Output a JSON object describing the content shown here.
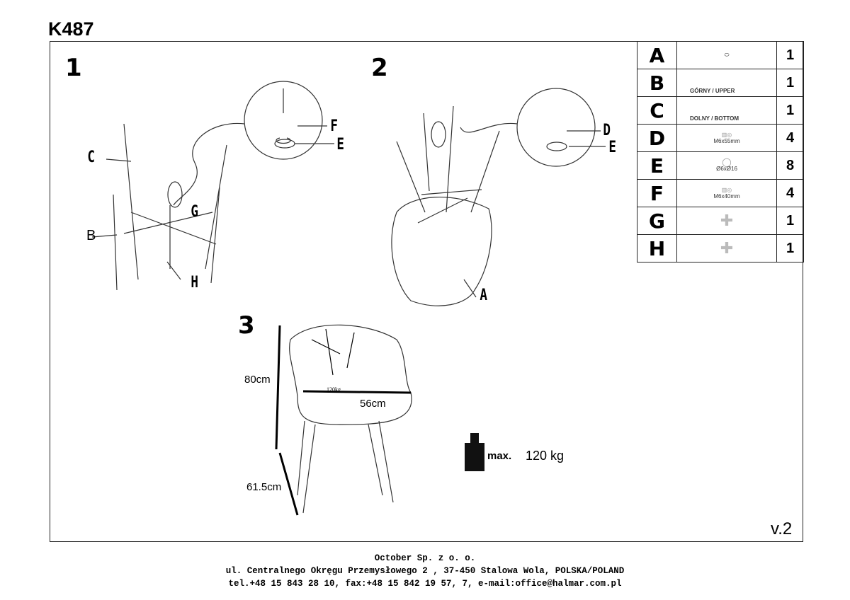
{
  "title": "K487",
  "steps": [
    "1",
    "2",
    "3"
  ],
  "callouts": {
    "s1": [
      "C",
      "B",
      "F",
      "E",
      "G",
      "H"
    ],
    "s2": [
      "D",
      "E",
      "A"
    ]
  },
  "dimensions": {
    "height": "80cm",
    "width": "56cm",
    "seat_height": "61.5cm",
    "label_on_chair": "120kg"
  },
  "max_load": {
    "label": "max.",
    "value": "120 kg"
  },
  "version": "v.2",
  "parts": [
    {
      "letter": "A",
      "caption": "",
      "qty": "1"
    },
    {
      "letter": "B",
      "caption": "GÓRNY / UPPER",
      "qty": "1"
    },
    {
      "letter": "C",
      "caption": "DOLNY / BOTTOM",
      "qty": "1"
    },
    {
      "letter": "D",
      "caption": "M6x55mm",
      "qty": "4"
    },
    {
      "letter": "E",
      "caption": "Ø6xØ16",
      "qty": "8"
    },
    {
      "letter": "F",
      "caption": "M6x40mm",
      "qty": "4"
    },
    {
      "letter": "G",
      "caption": "",
      "qty": "1"
    },
    {
      "letter": "H",
      "caption": "",
      "qty": "1"
    }
  ],
  "footer": [
    "October Sp. z o. o.",
    "ul. Centralnego Okręgu Przemysłowego 2 , 37-450 Stalowa Wola, POLSKA/POLAND",
    "tel.+48 15 843 28 10, fax:+48 15 842 19 57, 7, e-mail:office@halmar.com.pl"
  ]
}
